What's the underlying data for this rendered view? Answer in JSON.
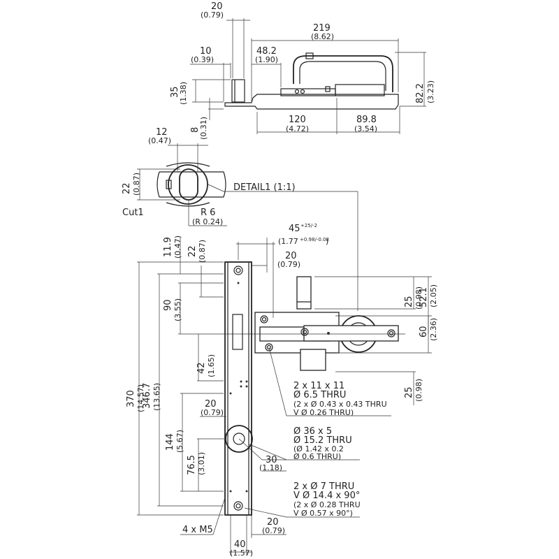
{
  "top_view": {
    "d20": "20",
    "d20_in": "(0.79)",
    "d219": "219",
    "d219_in": "(8.62)",
    "d10": "10",
    "d10_in": "(0.39)",
    "d48": "48.2",
    "d48_in": "(1.90)",
    "d82": "82.2",
    "d82_in": "(3.23)",
    "d35": "35",
    "d35_in": "(1.38)",
    "d8": "8",
    "d8_in": "(0.31)",
    "d120": "120",
    "d120_in": "(4.72)",
    "d89": "89.8",
    "d89_in": "(3.54)"
  },
  "detail": {
    "d12": "12",
    "d12_in": "(0.47)",
    "d22": "22",
    "d22_in": "(0.87)",
    "r6": "R 6",
    "r6_in": "(R 0.24)",
    "cut_label": "Cut1",
    "detail_label": "DETAIL1 (1:1)"
  },
  "front_view": {
    "d45": "45",
    "d45_tol": "+25/-2",
    "d45_in": "(1.77",
    "d45_in_tol": "+0.98/-0.08",
    "d45_in_close": ")",
    "d11_9": "11.9",
    "d11_9_in": "(0.47)",
    "d22": "22",
    "d22_in": "(0.87)",
    "d20a": "20",
    "d20a_in": "(0.79)",
    "d25a": "25",
    "d25a_in": "(0.98)",
    "d52": "52.1",
    "d52_in": "(2.05)",
    "d90": "90",
    "d90_in": "(3.55)",
    "d60": "60",
    "d60_in": "(2.36)",
    "d42": "42",
    "d42_in": "(1.65)",
    "d25b": "25",
    "d25b_in": "(0.98)",
    "d370": "370",
    "d370_in": "(14.57)",
    "d346": "346.7",
    "d346_in": "(13.65)",
    "d20b": "20",
    "d20b_in": "(0.79)",
    "d144": "144",
    "d144_in": "(5.67)",
    "d30": "30",
    "d30_in": "(1.18)",
    "d76": "76.5",
    "d76_in": "(3.01)",
    "d20c": "20",
    "d20c_in": "(0.79)",
    "d40": "40",
    "d40_in": "(1.57)",
    "m5": "4 x M5"
  },
  "notes": {
    "hole1": [
      "2 x 11 x 11",
      "Ø 6.5 THRU",
      "(2 x Ø 0.43 x 0.43 THRU",
      "V Ø 0.26 THRU)"
    ],
    "hole2": [
      "Ø 36 x 5",
      "Ø 15.2 THRU",
      "(Ø 1.42 x 0.2",
      "Ø 0.6 THRU)"
    ],
    "hole3": [
      "2 x Ø 7 THRU",
      "V Ø 14.4 x 90°",
      "(2 x Ø 0.28 THRU",
      "V Ø 0.57 x 90°)"
    ]
  }
}
